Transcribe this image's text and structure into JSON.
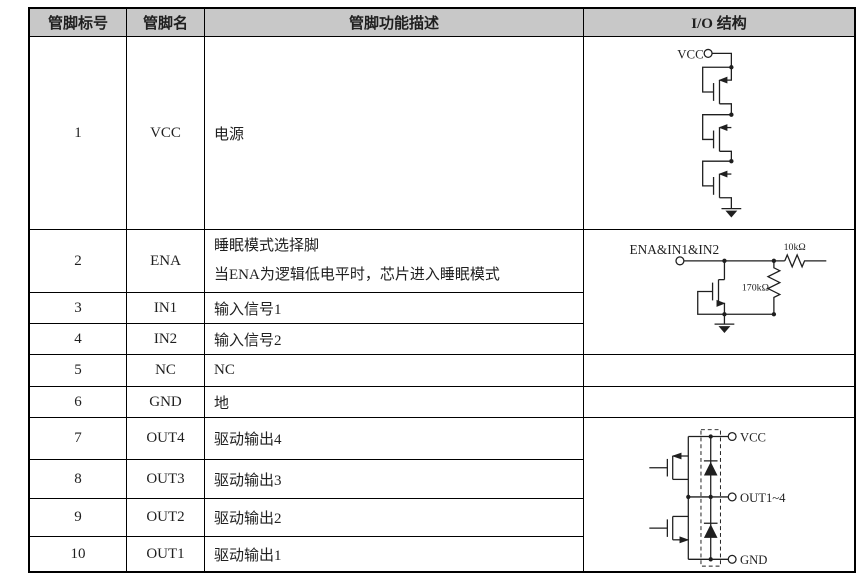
{
  "table": {
    "headers": [
      "管脚标号",
      "管脚名",
      "管脚功能描述",
      "I/O 结构"
    ],
    "rows": [
      {
        "num": "1",
        "name": "VCC",
        "desc": "电源"
      },
      {
        "num": "2",
        "name": "ENA",
        "desc": "睡眠模式选择脚",
        "desc2": "当ENA为逻辑低电平时，芯片进入睡眠模式"
      },
      {
        "num": "3",
        "name": "IN1",
        "desc": "输入信号1"
      },
      {
        "num": "4",
        "name": "IN2",
        "desc": "输入信号2"
      },
      {
        "num": "5",
        "name": "NC",
        "desc": "NC"
      },
      {
        "num": "6",
        "name": "GND",
        "desc": "地"
      },
      {
        "num": "7",
        "name": "OUT4",
        "desc": "驱动输出4"
      },
      {
        "num": "8",
        "name": "OUT3",
        "desc": "驱动输出3"
      },
      {
        "num": "9",
        "name": "OUT2",
        "desc": "驱动输出2"
      },
      {
        "num": "10",
        "name": "OUT1",
        "desc": "驱动输出1"
      }
    ]
  },
  "circuits": {
    "vcc": {
      "terminal": "VCC"
    },
    "ena": {
      "terminal": "ENA&IN1&IN2",
      "r_series": "10kΩ",
      "r_shunt": "170kΩ"
    },
    "output": {
      "top": "VCC",
      "mid": "OUT1~4",
      "bottom": "GND"
    }
  },
  "colors": {
    "header_bg": "#c8c8c8",
    "border": "#000000",
    "text": "#1f1f1f"
  }
}
